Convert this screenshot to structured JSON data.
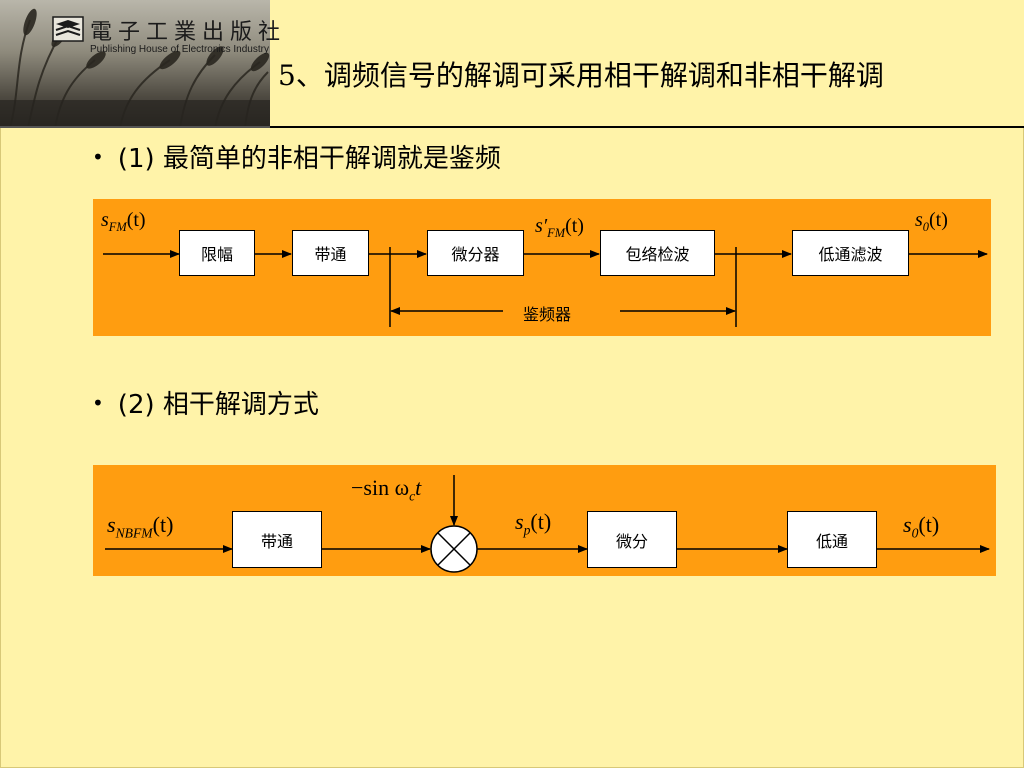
{
  "header": {
    "publisher_cn": "電子工業出版社",
    "publisher_en": "Publishing House of Electronics Industry",
    "title": "5、调频信号的解调可采用相干解调和非相干解调"
  },
  "bullets": [
    {
      "marker": "•",
      "text": "(1) 最简单的非相干解调就是鉴频"
    },
    {
      "marker": "•",
      "text": "(2) 相干解调方式"
    }
  ],
  "diagram1": {
    "blocks": [
      "限幅",
      "带通",
      "微分器",
      "包络检波",
      "低通滤波"
    ],
    "bracket_label": "鉴频器",
    "signals": {
      "input": {
        "base": "s",
        "sub": "FM",
        "arg": "(t)"
      },
      "middle": {
        "base": "s′",
        "sub": "FM",
        "arg": "(t)"
      },
      "output": {
        "base": "s",
        "sub": "0",
        "arg": "(t)"
      }
    }
  },
  "diagram2": {
    "blocks": [
      "带通",
      "微分",
      "低通"
    ],
    "multiplier_input": {
      "text": "−sin ω",
      "sub": "c",
      "tail": "t"
    },
    "signals": {
      "input": {
        "base": "s",
        "sub": "NBFM",
        "arg": "(t)"
      },
      "middle": {
        "base": "s",
        "sub": "p",
        "arg": "(t)"
      },
      "output": {
        "base": "s",
        "sub": "0",
        "arg": "(t)"
      }
    }
  }
}
